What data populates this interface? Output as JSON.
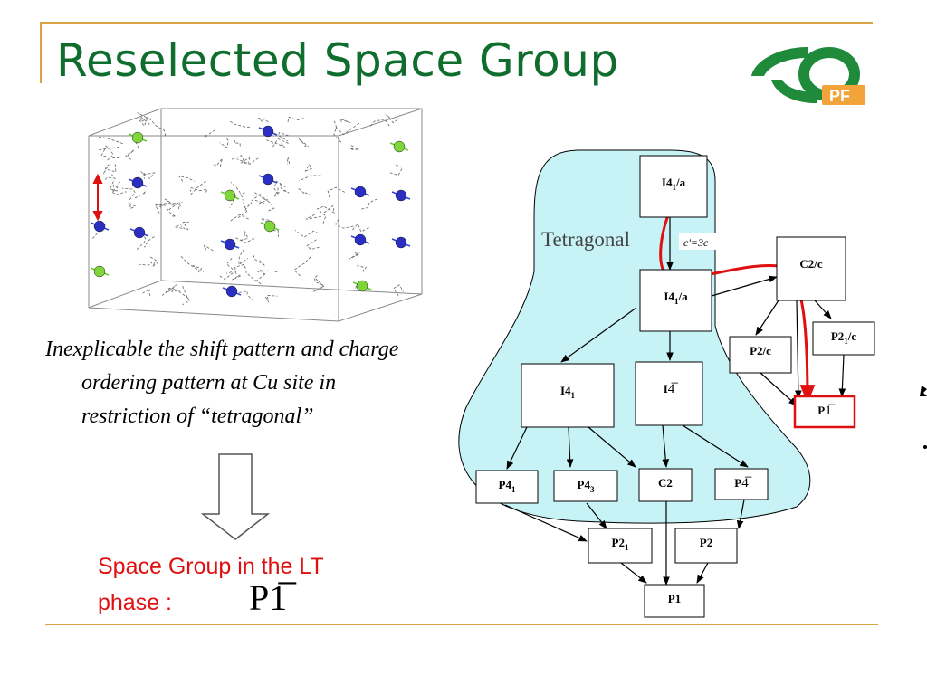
{
  "slide": {
    "title": "Reselected Space Group",
    "body_lines": [
      "Inexplicable the shift pattern and charge",
      "ordering pattern at Cu site in",
      "restriction of “tetragonal”"
    ],
    "result_line1": "Space Group in the LT",
    "result_line2": "phase :",
    "result_symbol": "P1̅",
    "logo_text": "PF"
  },
  "diagram": {
    "region_label": "Tetragonal",
    "note": "c'=3c",
    "nodes": {
      "i41a_top": {
        "base": "I4",
        "sub": "1",
        "tail": "/a"
      },
      "i41a_mid": {
        "base": "I4",
        "sub": "1",
        "tail": "/a"
      },
      "i41": {
        "base": "I4",
        "sub": "1",
        "tail": ""
      },
      "i4bar": {
        "base": "I",
        "sub": "",
        "tail": "4̅"
      },
      "p41": {
        "base": "P4",
        "sub": "1",
        "tail": ""
      },
      "p43": {
        "base": "P4",
        "sub": "3",
        "tail": ""
      },
      "c2": {
        "base": "C2",
        "sub": "",
        "tail": ""
      },
      "p4bar": {
        "base": "P",
        "sub": "",
        "tail": "4̅"
      },
      "c2c": {
        "base": "C2/c",
        "sub": "",
        "tail": ""
      },
      "p21c": {
        "base": "P2",
        "sub": "1",
        "tail": "/c"
      },
      "p2c": {
        "base": "P2/c",
        "sub": "",
        "tail": ""
      },
      "p1bar": {
        "base": "P",
        "sub": "",
        "tail": "1̅"
      },
      "p21": {
        "base": "P2",
        "sub": "1",
        "tail": ""
      },
      "p2": {
        "base": "P2",
        "sub": "",
        "tail": ""
      },
      "p1": {
        "base": "P1",
        "sub": "",
        "tail": ""
      }
    },
    "colors": {
      "tetragonal_fill": "#c7f3f7",
      "highlight": "#e01010",
      "title": "#0f6e2e",
      "rule": "#d9a441"
    }
  }
}
